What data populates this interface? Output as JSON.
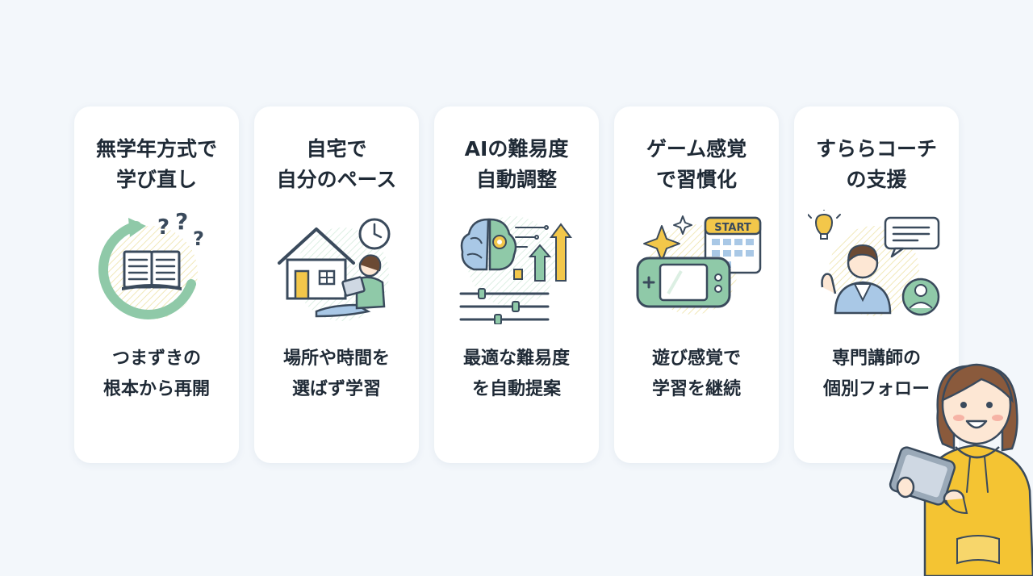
{
  "cards": [
    {
      "title": [
        "無学年方式で",
        "学び直し"
      ],
      "desc": [
        "つまずきの",
        "根本から再開"
      ],
      "icon": "book-cycle-question-icon"
    },
    {
      "title": [
        "自宅で",
        "自分のペース"
      ],
      "desc": [
        "場所や時間を",
        "選ばず学習"
      ],
      "icon": "home-study-clock-icon"
    },
    {
      "title": [
        "AIの難易度",
        "自動調整"
      ],
      "desc": [
        "最適な難易度",
        "を自動提案"
      ],
      "icon": "ai-brain-chart-icon"
    },
    {
      "title": [
        "ゲーム感覚",
        "で習慣化"
      ],
      "desc": [
        "遊び感覚で",
        "学習を継続"
      ],
      "icon": "game-console-calendar-icon",
      "calendar_label": "START"
    },
    {
      "title": [
        "すららコーチ",
        "の支援"
      ],
      "desc": [
        "専門講師の",
        "個別フォロー"
      ],
      "icon": "coach-support-icon"
    }
  ],
  "colors": {
    "background": "#f3f7fb",
    "card": "#ffffff",
    "text": "#1f2a36",
    "green": "#8fc9a8",
    "yellow": "#f3c74a",
    "outline": "#3a4a5c",
    "blue": "#a9c8e6",
    "hoodie": "#f4c433"
  }
}
